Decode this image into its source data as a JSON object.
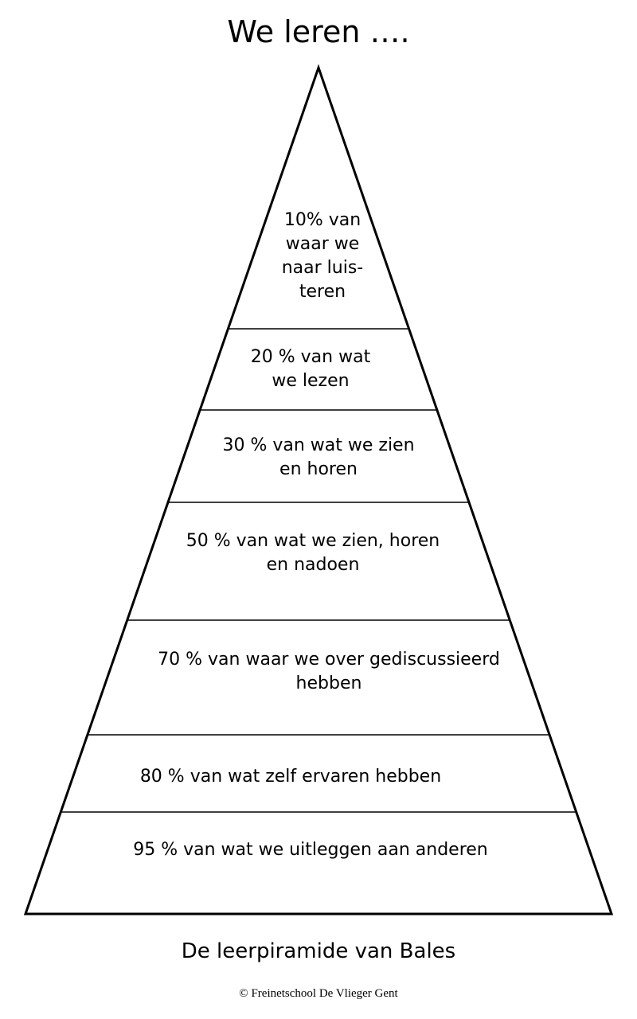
{
  "title": "We leren ….",
  "tiers": [
    {
      "lines": [
        "10% van",
        "waar we",
        "naar luis-",
        "teren"
      ]
    },
    {
      "lines": [
        "20 % van wat",
        "we lezen"
      ]
    },
    {
      "lines": [
        "30 % van wat we zien",
        "en horen"
      ]
    },
    {
      "lines": [
        "50 % van wat we zien, horen",
        "en nadoen"
      ]
    },
    {
      "lines": [
        "70 % van waar we over gediscussieerd",
        "hebben"
      ]
    },
    {
      "lines": [
        "80 % van wat zelf ervaren hebben"
      ]
    },
    {
      "lines": [
        "95 % van wat we uitleggen aan anderen"
      ]
    }
  ],
  "caption": "De leerpiramide van Bales",
  "copyright": "© Freinetschool De Vlieger Gent",
  "colors": {
    "stroke": "#000000",
    "fill": "#ffffff",
    "text": "#000000"
  }
}
